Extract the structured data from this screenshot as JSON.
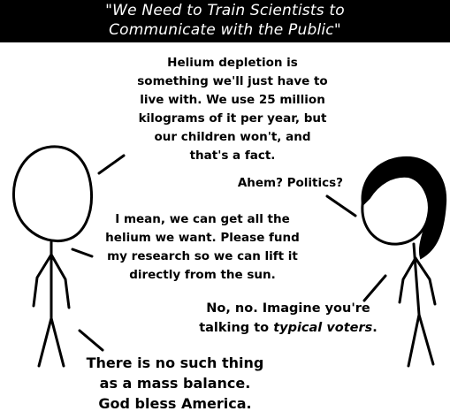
{
  "title": {
    "line1": "\"We Need to Train Scientists to",
    "line2": "Communicate with the Public\""
  },
  "bubble_helium": {
    "line1": "Helium depletion is",
    "line2": "something we'll just have to",
    "line3": "live with. We use 25 million",
    "line4": "kilograms of it per year, but",
    "line5": "our children won't, and",
    "line6": "that's a fact."
  },
  "bubble_politics": {
    "line1": "Ahem? Politics?"
  },
  "bubble_fund": {
    "line1": "I mean, we can get all the",
    "line2": "helium we want. Please fund",
    "line3": "my research so we can lift it",
    "line4": "directly from the sun."
  },
  "bubble_voters": {
    "line1": "No, no. Imagine you're",
    "line2_prefix": "talking to ",
    "line2_emph": "typical voters",
    "line2_suffix": "."
  },
  "bubble_mass": {
    "line1": "There is no such thing",
    "line2": "as a mass balance.",
    "line3": "God bless America."
  },
  "colors": {
    "ink": "#000000",
    "paper": "#ffffff"
  }
}
